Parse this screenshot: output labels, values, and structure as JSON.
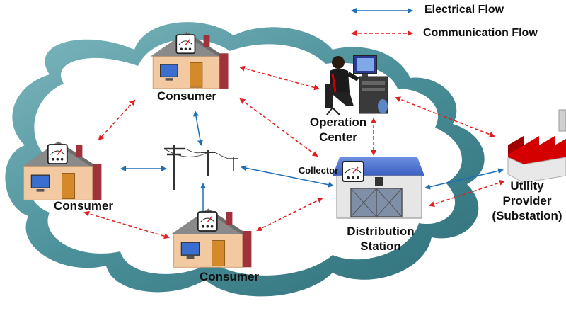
{
  "legend": {
    "electrical": "Electrical Flow",
    "communication": "Communication Flow"
  },
  "nodes": {
    "consumer_top": "Consumer",
    "consumer_left": "Consumer",
    "consumer_bottom": "Consumer",
    "operation_center_line1": "Operation",
    "operation_center_line2": "Center",
    "collector": "Collector",
    "distribution_line1": "Distribution",
    "distribution_line2": "Station",
    "utility_line1": "Utility",
    "utility_line2": "Provider",
    "utility_line3": "(Substation)"
  },
  "colors": {
    "electrical": "#1f6fb5",
    "communication": "#e02020",
    "cloud_fill": "#4f9aa3",
    "cloud_inner": "#ffffff",
    "house_wall": "#f2c9a0",
    "house_roof": "#9a9a9a",
    "factory_roof": "#d40000"
  }
}
